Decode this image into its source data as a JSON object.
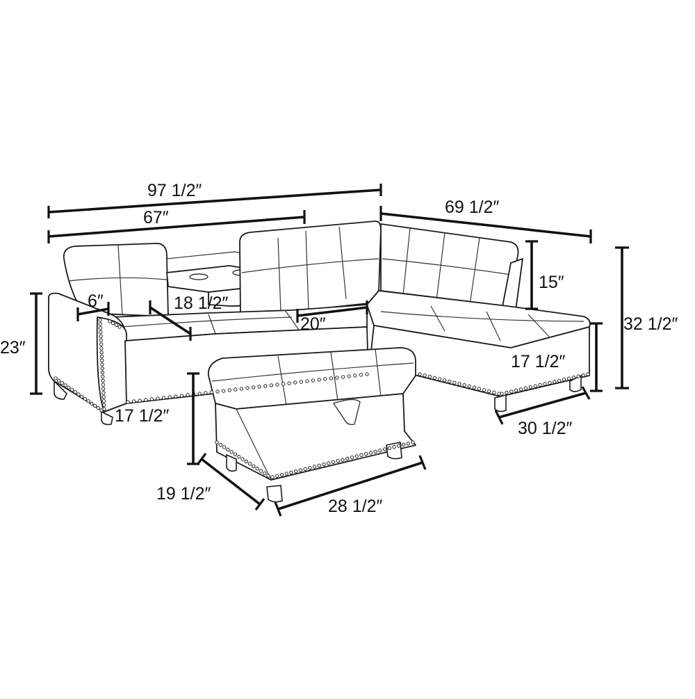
{
  "diagram": {
    "subject": "sectional sofa with storage ottoman dimension drawing",
    "line_color": "#111111",
    "background": "#ffffff"
  },
  "dimensions": {
    "overall_width": "97 1/2″",
    "sofa_width": "67″",
    "chaise_length": "69 1/2″",
    "back_height": "15″",
    "overall_height": "32 1/2″",
    "arm_height": "23″",
    "arm_width": "6″",
    "seat_depth": "18 1/2″",
    "seat_width": "20″",
    "chaise_seat_height": "17 1/2″",
    "sofa_seat_height": "17 1/2″",
    "chaise_width": "30 1/2″",
    "ottoman_depth": "19 1/2″",
    "ottoman_width": "28 1/2″"
  }
}
